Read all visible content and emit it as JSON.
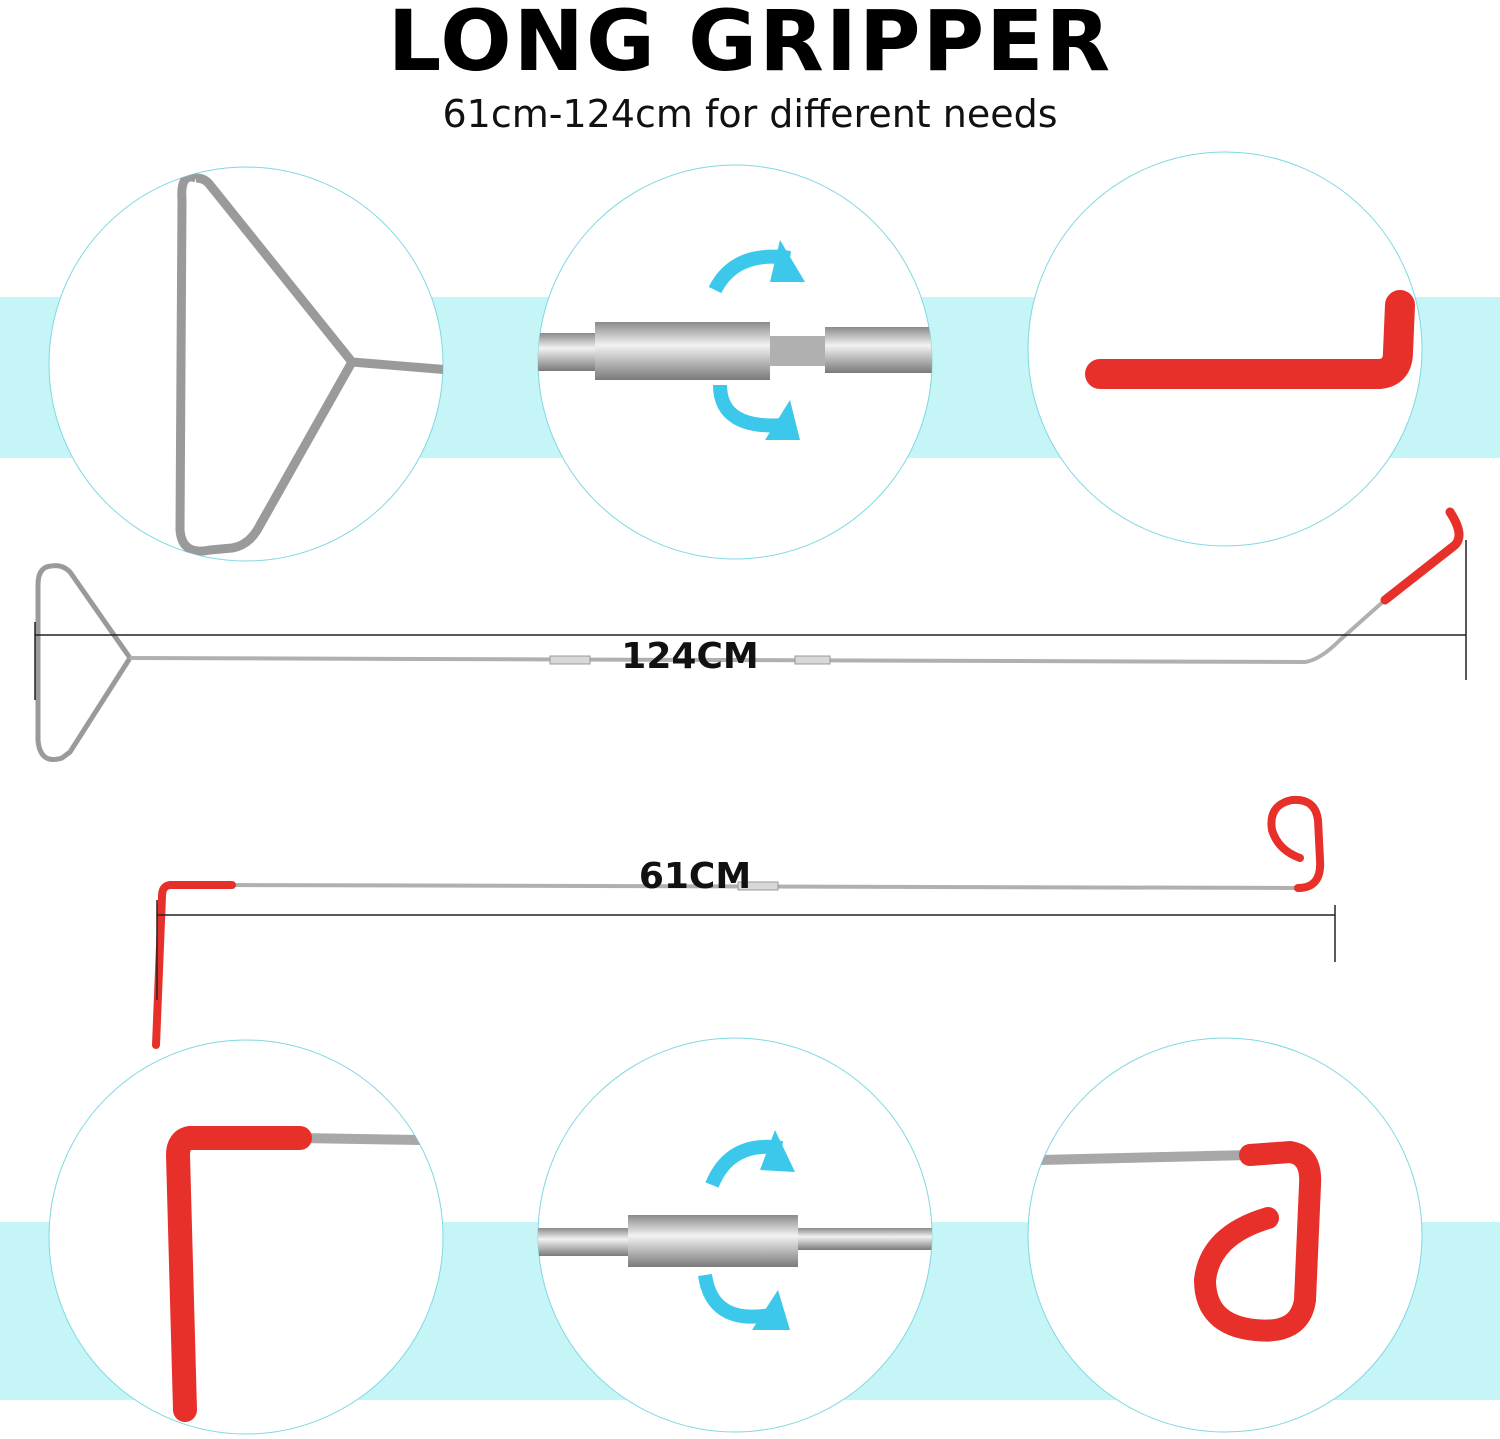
{
  "header": {
    "title": "LONG GRIPPER",
    "subtitle": "61cm-124cm for different needs"
  },
  "measurements": {
    "long_label": "124CM",
    "short_label": "61CM"
  },
  "colors": {
    "band": "#c6f5f8",
    "circle_border": "#7fd8e2",
    "red_coating": "#e8302a",
    "steel": "#a8a8a8",
    "arrow": "#3cc8ea"
  }
}
